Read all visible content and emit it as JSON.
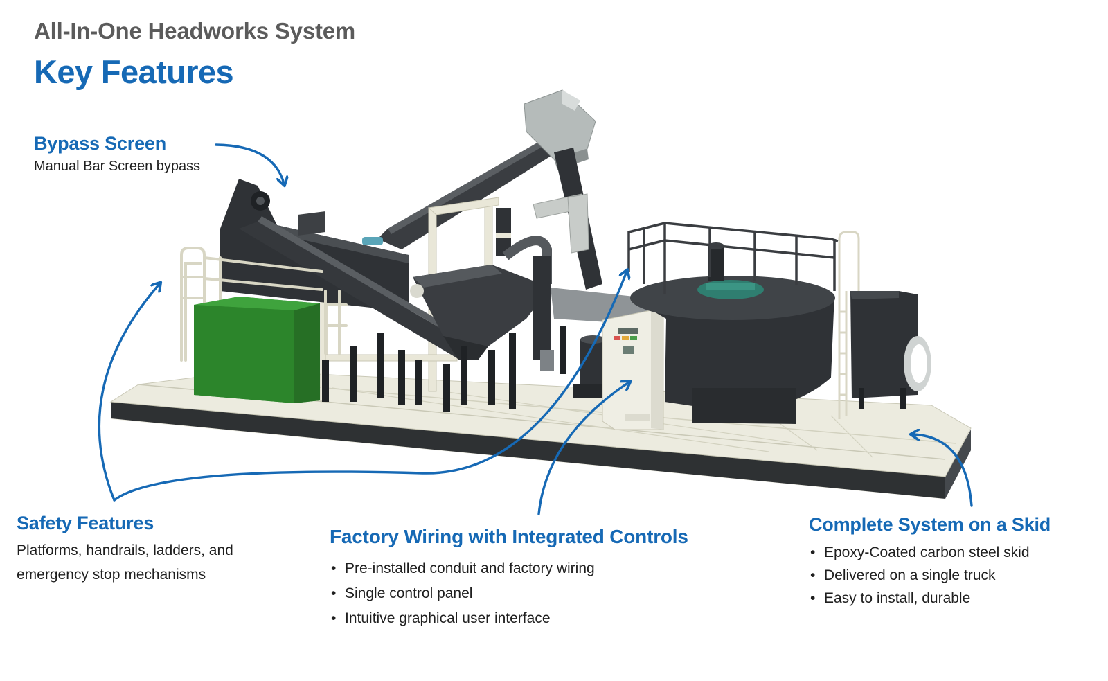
{
  "header": {
    "kicker": "All-In-One Headworks System",
    "title": "Key Features"
  },
  "features": {
    "bypass_screen": {
      "title": "Bypass Screen",
      "desc": "Manual Bar Screen bypass"
    },
    "safety": {
      "title": "Safety Features",
      "desc_line1": "Platforms, handrails, ladders, and",
      "desc_line2": "emergency stop mechanisms"
    },
    "wiring": {
      "title": "Factory Wiring with Integrated Controls",
      "bullets": [
        "Pre-installed conduit and factory wiring",
        "Single control panel",
        "Intuitive graphical user interface"
      ]
    },
    "skid": {
      "title": "Complete System on a Skid",
      "bullets": [
        "Epoxy-Coated carbon steel skid",
        "Delivered on a single truck",
        "Easy to install, durable"
      ]
    }
  },
  "colors": {
    "accent": "#1669b5",
    "heading_gray": "#5b5b5b",
    "body_text": "#1f1f1f",
    "skid": "#ecebdf",
    "equipment_dark": "#2f3236",
    "tank_green": "#2f8a2e",
    "panel": "#efeee4"
  },
  "icons": {
    "arrows": "curved-callout-arrow"
  }
}
